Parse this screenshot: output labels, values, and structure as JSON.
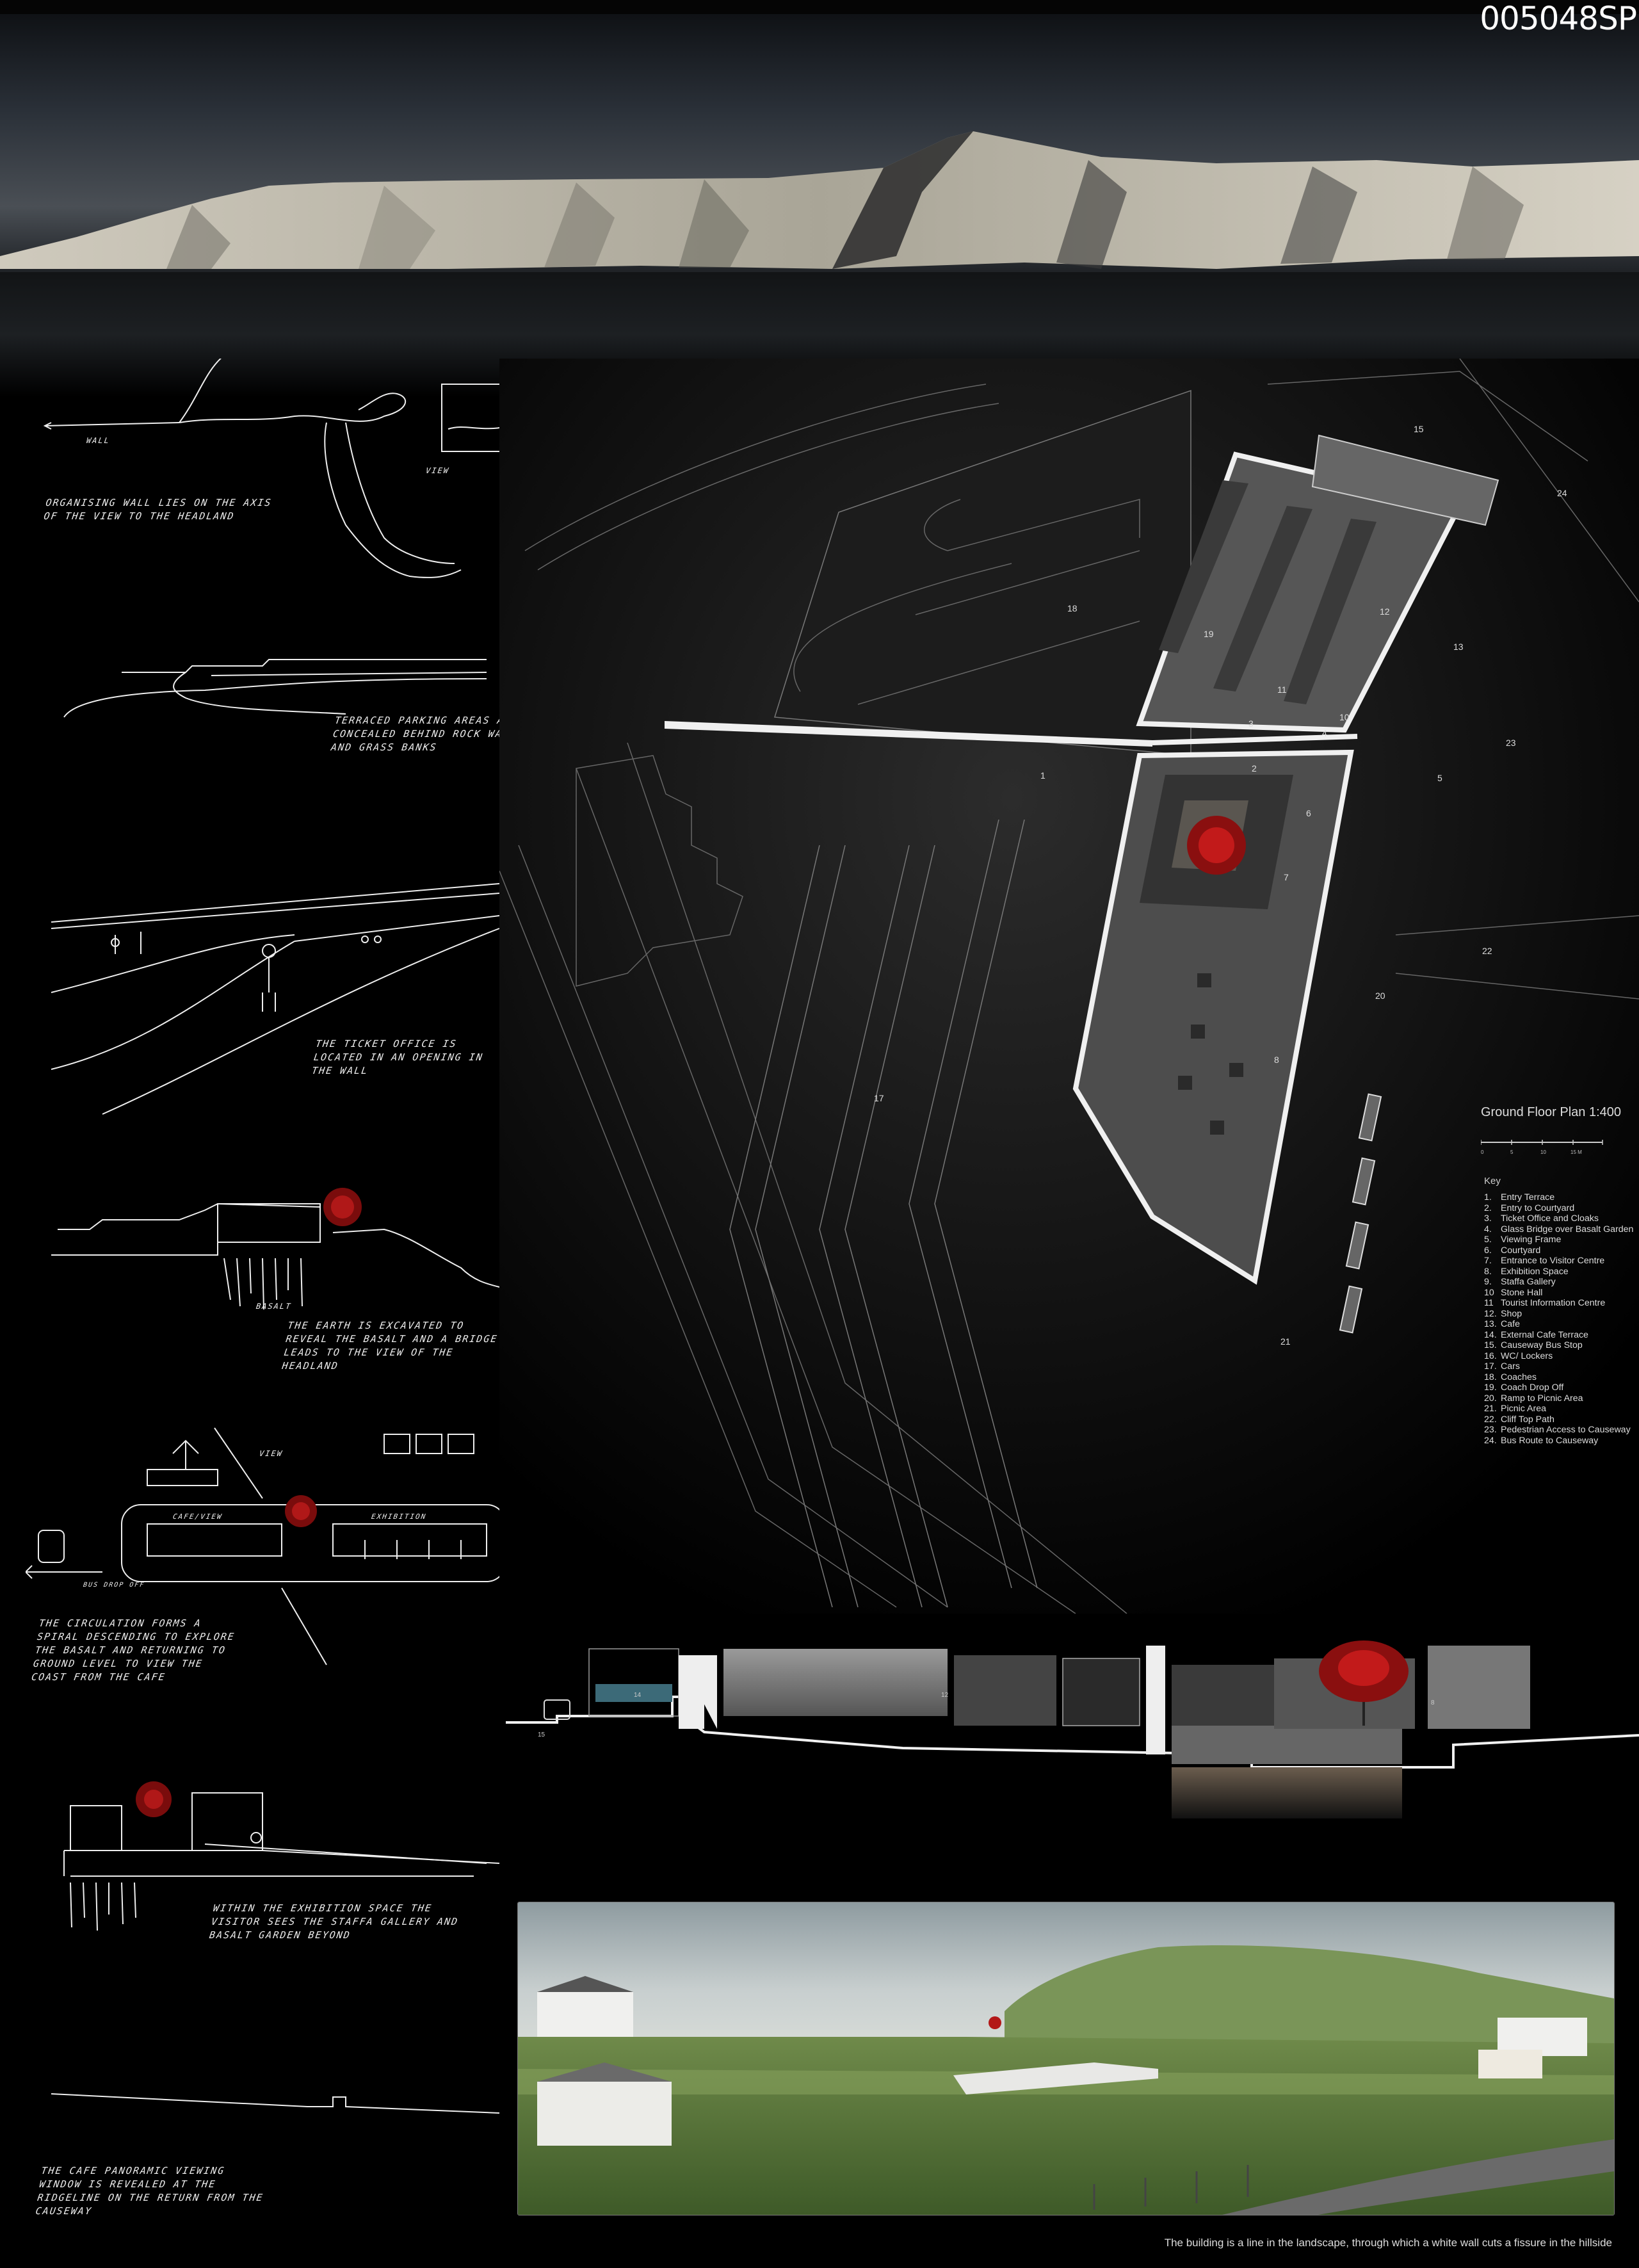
{
  "sheet": {
    "id": "005048SP",
    "caption": "The building is a line in the landscape, through which a white wall cuts a fissure in the hillside"
  },
  "sketches": [
    {
      "view_label": "View",
      "wall_label": "Wall",
      "note": "Organising wall lies on the axis of the view to the headland"
    },
    {
      "note": "Terraced parking areas are concealed behind rock walls and grass banks"
    },
    {
      "note": "The ticket office is located in an opening in the wall"
    },
    {
      "label": "Basalt",
      "note": "The earth is excavated to reveal the basalt and a bridge leads to the view of the headland"
    },
    {
      "view_label": "View",
      "cafe_label": "Cafe/View",
      "exhibition_label": "Exhibition",
      "bus_label": "Bus Drop Off",
      "note": "The circulation forms a spiral descending to explore the basalt and returning to ground level to view the coast from the cafe"
    },
    {
      "note": "Within the exhibition space the visitor sees the Staffa Gallery and basalt garden beyond"
    },
    {
      "note": "The cafe panoramic viewing window is revealed at the ridgeline on the return from the causeway"
    }
  ],
  "plan": {
    "title": "Ground Floor Plan 1:400",
    "scale_labels": [
      "0",
      "5",
      "10",
      "15 M"
    ],
    "key_title": "Key",
    "key": [
      {
        "n": "1.",
        "label": "Entry Terrace"
      },
      {
        "n": "2.",
        "label": "Entry to Courtyard"
      },
      {
        "n": "3.",
        "label": "Ticket Office and Cloaks"
      },
      {
        "n": "4.",
        "label": "Glass Bridge over Basalt Garden"
      },
      {
        "n": "5.",
        "label": "Viewing Frame"
      },
      {
        "n": "6.",
        "label": "Courtyard"
      },
      {
        "n": "7.",
        "label": "Entrance to Visitor Centre"
      },
      {
        "n": "8.",
        "label": "Exhibition Space"
      },
      {
        "n": "9.",
        "label": "Staffa Gallery"
      },
      {
        "n": "10",
        "label": "Stone Hall"
      },
      {
        "n": "11",
        "label": "Tourist Information Centre"
      },
      {
        "n": "12.",
        "label": "Shop"
      },
      {
        "n": "13.",
        "label": "Cafe"
      },
      {
        "n": "14.",
        "label": "External Cafe Terrace"
      },
      {
        "n": "15.",
        "label": "Causeway Bus Stop"
      },
      {
        "n": "16.",
        "label": "WC/ Lockers"
      },
      {
        "n": "17.",
        "label": "Cars"
      },
      {
        "n": "18.",
        "label": "Coaches"
      },
      {
        "n": "19.",
        "label": "Coach Drop Off"
      },
      {
        "n": "20.",
        "label": "Ramp to Picnic Area"
      },
      {
        "n": "21.",
        "label": "Picnic Area"
      },
      {
        "n": "22.",
        "label": "Cliff Top Path"
      },
      {
        "n": "23.",
        "label": "Pedestrian Access to Causeway"
      },
      {
        "n": "24.",
        "label": "Bus Route to Causeway"
      }
    ],
    "markers": {
      "m1": "1",
      "m2": "2",
      "m3": "3",
      "m4": "4",
      "m5": "5",
      "m6": "6",
      "m7": "7",
      "m8": "8",
      "m10": "10",
      "m11": "11",
      "m12": "12",
      "m13": "13",
      "m15": "15",
      "m17": "17",
      "m18": "18",
      "m19": "19",
      "m20": "20",
      "m21": "21",
      "m22": "22",
      "m23": "23",
      "m24": "24"
    }
  },
  "section": {
    "labels": {
      "s15": "15",
      "s14": "14",
      "s12": "12",
      "s8": "8"
    }
  }
}
